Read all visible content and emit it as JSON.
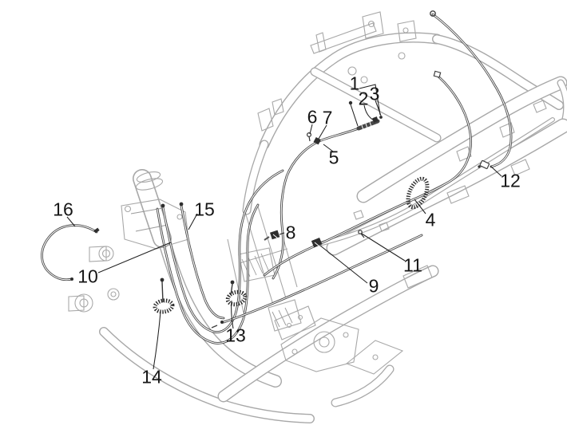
{
  "diagram": {
    "description": "Exploded line-art parts diagram of a scooter frame showing the routing of transmission and control cables with numbered callouts",
    "background_color": "#ffffff",
    "frame_line_color": "#a8a8a8",
    "cable_line_color": "#424242",
    "callout_color": "#161616"
  },
  "callouts": [
    {
      "label": "1"
    },
    {
      "label": "2"
    },
    {
      "label": "3"
    },
    {
      "label": "4"
    },
    {
      "label": "5"
    },
    {
      "label": "6"
    },
    {
      "label": "7"
    },
    {
      "label": "8"
    },
    {
      "label": "9"
    },
    {
      "label": "10"
    },
    {
      "label": "11"
    },
    {
      "label": "12"
    },
    {
      "label": "13"
    },
    {
      "label": "14"
    },
    {
      "label": "15"
    },
    {
      "label": "16"
    }
  ]
}
